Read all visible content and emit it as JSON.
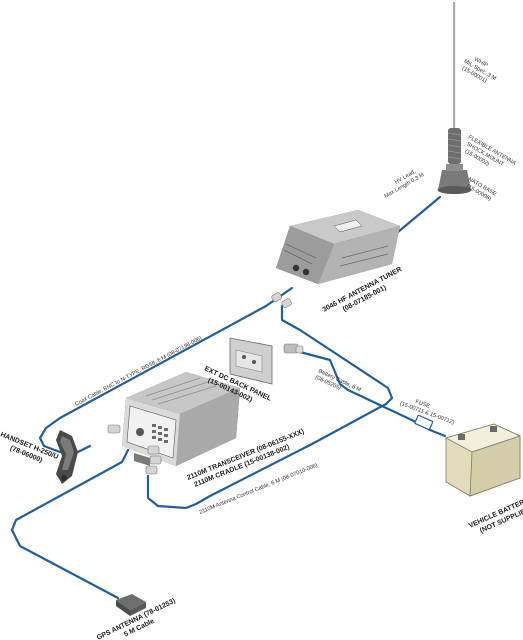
{
  "labels": {
    "whip_l1": "WHIP",
    "whip_l2": "MIL-Spec. 3 M",
    "whip_l3": "(15-00001)",
    "flex_l1": "FLEXIBLE ANTENNA",
    "flex_l2": "SHOCK MOUNT",
    "flex_l3": "(15-00002)",
    "nato_l1": "NATO BASE",
    "nato_l2": "(15-00006)",
    "hv_l1": "HV Lead,",
    "hv_l2": "Max Length 0.3 M",
    "tuner_l1": "3046 HF ANTENNA TUNER",
    "tuner_l2": "(08-07185-001)",
    "coax": "Coax Cable, BNC to N-TYPE, RG58, 6 M (08-07198-006)",
    "ext_l1": "EXT DC BACK PANEL",
    "ext_l2": "(15-00143-002)",
    "battcable_l1": "Battery Cable, 6 M",
    "battcable_l2": "(08-05205)",
    "fuse_l1": "FUSE",
    "fuse_l2": "(15-00711 & 15-00712)",
    "trans_l1": "2110M TRANSCEIVER (08-06155-XXX)",
    "trans_l2": "2110M CRADLE (15-00138-002)",
    "handset_l1": "HANDSET H-250/U",
    "handset_l2": "(78-06000)",
    "ctrl_cable": "2110M Antenna Control Cable, 6 M (08-07010-006)",
    "battery_l1": "VEHICLE BATTERY",
    "battery_l2": "(NOT SUPPLIED)",
    "gps_l1": "GPS ANTENNA (78-01253)",
    "gps_l2": "5 M Cable"
  },
  "colors": {
    "cable": "#1f5f9a",
    "device": "#d9d9d9",
    "device_dark": "#5f5f5f",
    "battery": "#f1ecd2"
  }
}
